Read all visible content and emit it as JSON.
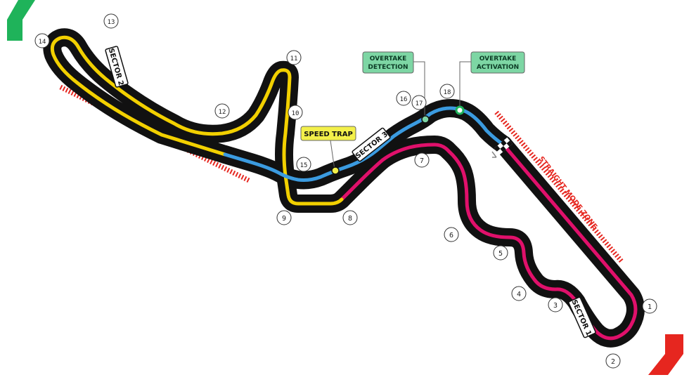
{
  "corners": [
    "1",
    "2",
    "3",
    "4",
    "5",
    "6",
    "7",
    "8",
    "9",
    "10",
    "11",
    "12",
    "13",
    "14",
    "15",
    "16",
    "17",
    "18"
  ],
  "sectors": {
    "s1": "SECTOR 1",
    "s2": "SECTOR 2",
    "s3": "SECTOR 3"
  },
  "callouts": {
    "speed_trap": "SPEED TRAP",
    "overtake_detection_1": "OVERTAKE",
    "overtake_detection_2": "DETECTION",
    "overtake_activation_1": "OVERTAKE",
    "overtake_activation_2": "ACTIVATION"
  },
  "zone_label": "STRAIGHT MODE ZONE",
  "colors": {
    "track": "#111111",
    "sector1": "#e0106b",
    "sector2": "#f2d000",
    "sector3": "#3b9be0",
    "zone": "#e6261f",
    "callout_green": "#7dd6a4",
    "speed_trap": "#f3f04a",
    "brand_green": "#1fb35a",
    "brand_red": "#e6261f"
  }
}
